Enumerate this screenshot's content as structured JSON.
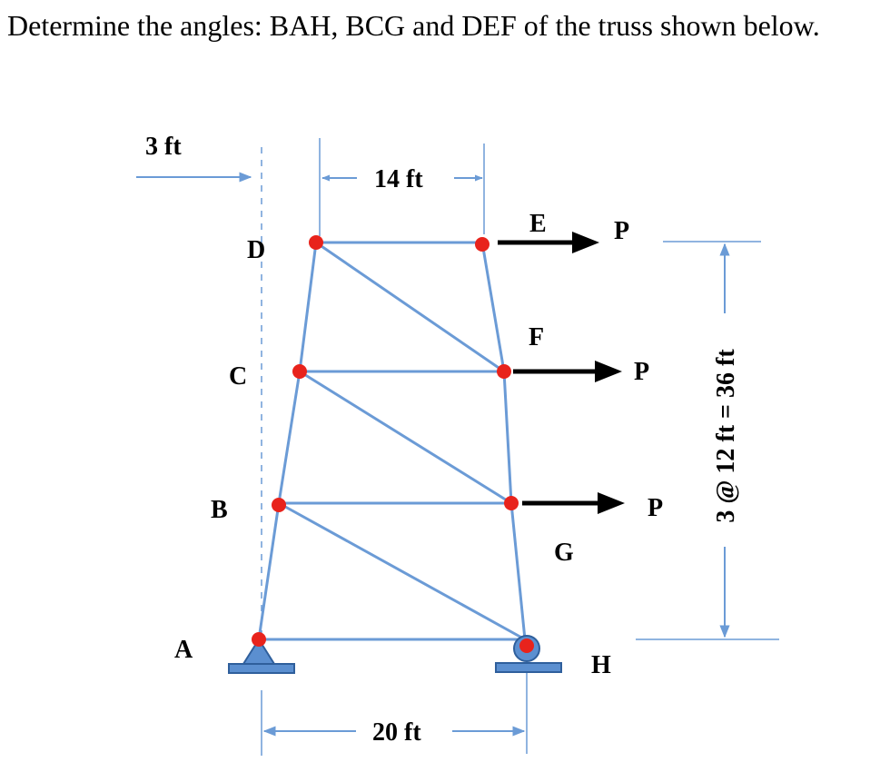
{
  "prompt": "Determine the angles: BAH, BCG and DEF of the truss shown below.",
  "nodes": {
    "A": "A",
    "B": "B",
    "C": "C",
    "D": "D",
    "E": "E",
    "F": "F",
    "G": "G",
    "H": "H"
  },
  "loads": {
    "p1": "P",
    "p2": "P",
    "p3": "P"
  },
  "dimensions": {
    "offset": "3 ft",
    "top_width": "14 ft",
    "bottom_width": "20 ft",
    "height": "3 @ 12 ft = 36 ft"
  },
  "colors": {
    "member": "#6b9bd6",
    "joint": "#e8231c",
    "support": "#5b8fd0",
    "support_edge": "#2f5f9c",
    "load_arrow": "#000000"
  }
}
